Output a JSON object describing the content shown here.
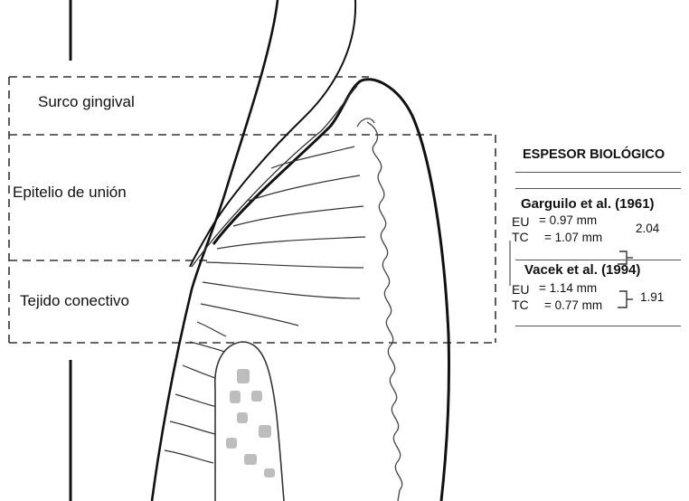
{
  "zones": {
    "sulcus": "Surco gingival",
    "junctional_epithelium": "Epitelio de unión",
    "connective_tissue": "Tejido conectivo"
  },
  "panel": {
    "title": "ESPESOR BIOLÓGICO",
    "studies": [
      {
        "name": "Garguilo et al. (1961)",
        "eu_label": "EU",
        "eu_value": "= 0.97 mm",
        "tc_label": "TC",
        "tc_value": "= 1.07 mm",
        "total": "2.04"
      },
      {
        "name": "Vacek et al. (1994)",
        "eu_label": "EU",
        "eu_value": "= 1.14 mm",
        "tc_label": "TC",
        "tc_value": "= 0.77 mm",
        "total": "1.91"
      }
    ]
  }
}
